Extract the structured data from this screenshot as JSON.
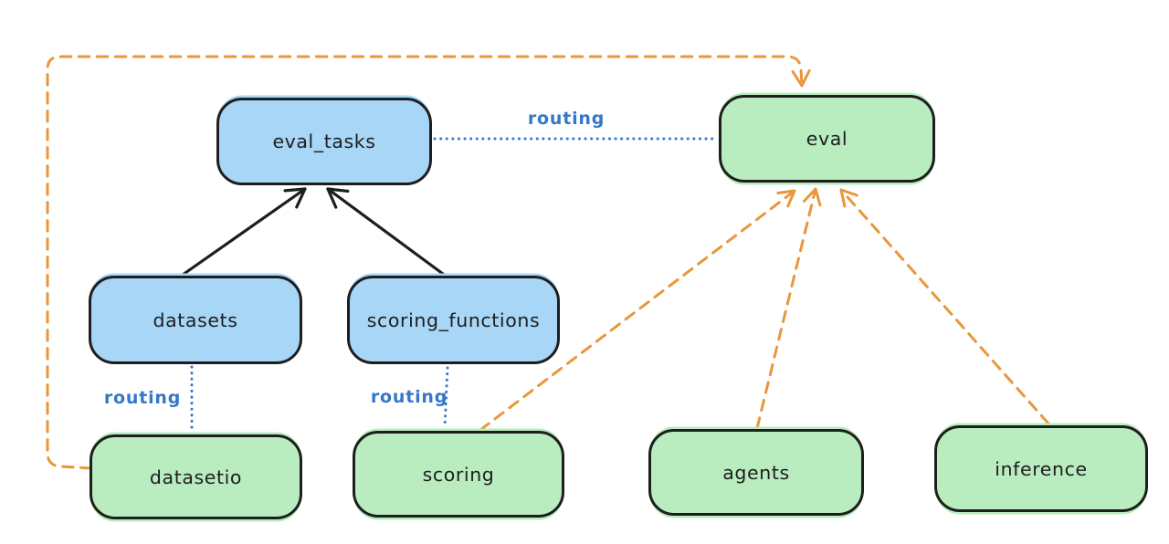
{
  "canvas": {
    "background": "#ffffff"
  },
  "colors": {
    "node_blue_fill": "#a7d6f7",
    "node_green_fill": "#b9ecbe",
    "node_border": "#1e1e1e",
    "solid_edge": "#1e1e1e",
    "routing_edge_blue": "#3577c9",
    "provider_edge_orange": "#e9973d"
  },
  "nodes": {
    "eval_tasks": {
      "label": "eval_tasks",
      "kind": "blue"
    },
    "eval": {
      "label": "eval",
      "kind": "green"
    },
    "datasets": {
      "label": "datasets",
      "kind": "blue"
    },
    "scoring_functions": {
      "label": "scoring_functions",
      "kind": "blue"
    },
    "datasetio": {
      "label": "datasetio",
      "kind": "green"
    },
    "scoring": {
      "label": "scoring",
      "kind": "green"
    },
    "agents": {
      "label": "agents",
      "kind": "green"
    },
    "inference": {
      "label": "inference",
      "kind": "green"
    }
  },
  "edge_labels": {
    "eval_tasks_to_eval": "routing",
    "datasets_to_datasetio": "routing",
    "scoring_functions_to_scoring": "routing"
  },
  "edges": [
    {
      "from": "datasets",
      "to": "eval_tasks",
      "style": "solid-arrow",
      "color": "black"
    },
    {
      "from": "scoring_functions",
      "to": "eval_tasks",
      "style": "solid-arrow",
      "color": "black"
    },
    {
      "from": "eval_tasks",
      "to": "eval",
      "style": "dotted",
      "color": "blue",
      "label": "routing"
    },
    {
      "from": "datasets",
      "to": "datasetio",
      "style": "dotted",
      "color": "blue",
      "label": "routing"
    },
    {
      "from": "scoring_functions",
      "to": "scoring",
      "style": "dotted",
      "color": "blue",
      "label": "routing"
    },
    {
      "from": "datasetio",
      "to": "eval",
      "style": "dashed-arrow",
      "color": "orange"
    },
    {
      "from": "scoring",
      "to": "eval",
      "style": "dashed-arrow",
      "color": "orange"
    },
    {
      "from": "agents",
      "to": "eval",
      "style": "dashed-arrow",
      "color": "orange"
    },
    {
      "from": "inference",
      "to": "eval",
      "style": "dashed-arrow",
      "color": "orange"
    }
  ]
}
